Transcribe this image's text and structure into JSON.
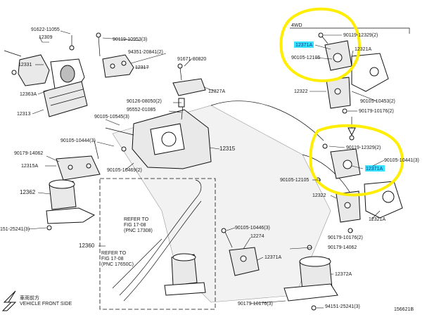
{
  "diagram": {
    "labels": {
      "l_91622": "91622-11055",
      "l_12309": "12309",
      "l_12331": "12331",
      "l_12363a": "12363A",
      "l_12313": "12313",
      "l_90119_a": "90119-10953(3)",
      "l_94351": "94351-20841(2)",
      "l_12317": "12317",
      "l_91671": "91671-80820",
      "l_12327a": "12327A",
      "l_90126": "90126-08050(2)",
      "l_95552": "95552-01085",
      "l_90105_a": "90105-10545(3)",
      "l_90105_b": "90105-10444(3)",
      "l_90179_a": "90179-14062",
      "l_12315a": "12315A",
      "l_90105_c": "90105-10469(2)",
      "l_12315": "12315",
      "l_12362": "12362",
      "l_151": "151-25241(3)",
      "l_4wd": "4WD",
      "l_90119_b": "90119-12329(2)",
      "l_12371a_top": "12371A",
      "l_12321a_top": "12321A",
      "l_90105_d": "90105-12105",
      "l_12322_top": "12322",
      "l_90105_e": "90105-10453(2)",
      "l_90179_b": "90179-10176(2)",
      "l_90119_c": "90119-12329(2)",
      "l_12371a_mid": "12371A",
      "l_90105_f": "90105-10441(3)",
      "l_90105_g": "90105-12105",
      "l_12322_mid": "12322",
      "l_12321a_mid": "12321A",
      "l_90179_c": "90179-10176(2)",
      "l_12360": "12360",
      "l_refer1_a": "REFER TO",
      "l_refer1_b": "FIG 17-08",
      "l_refer1_c": "(PNC 17308)",
      "l_refer2_a": "REFER TO",
      "l_refer2_b": "FIG 17-08",
      "l_refer2_c": "(PNC 17650C)",
      "l_90105_h": "90105-10446(3)",
      "l_12274": "12274",
      "l_12371a_low": "12371A",
      "l_90179_d": "90179-14062",
      "l_12372a": "12372A",
      "l_90179_e": "90179-10176(3)",
      "l_94151": "94151-25241(3)",
      "l_vehicle_jp": "車両前方",
      "l_vehicle": "VEHICLE FRONT SIDE",
      "l_code": "156621B"
    }
  }
}
